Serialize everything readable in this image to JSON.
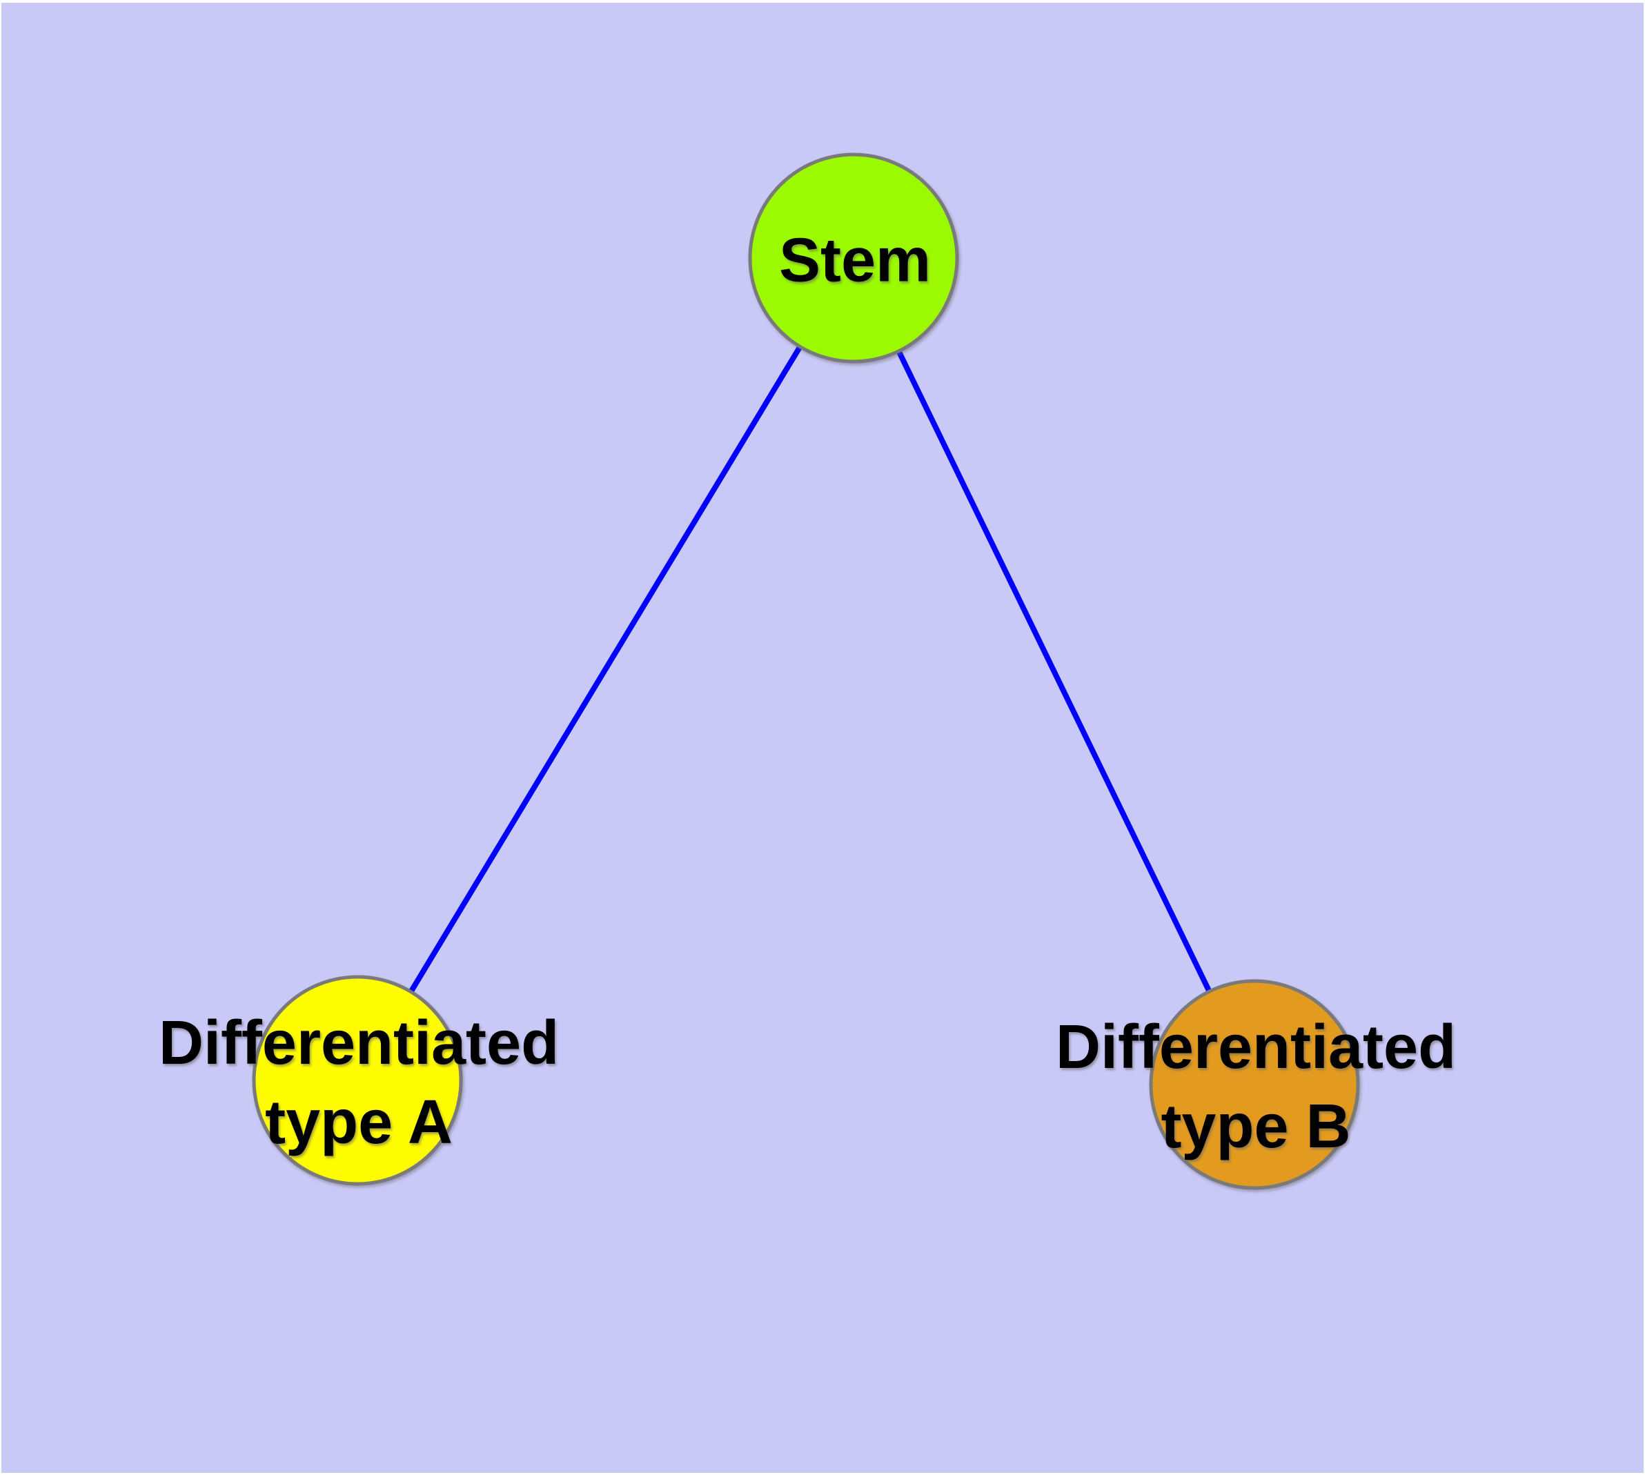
{
  "diagram": {
    "type": "graph",
    "background_color": "#c9c9f8",
    "page_border_color": "#ffffff",
    "edge_color": "#0000ff",
    "node_border_color": "#7a7a7a",
    "label_color": "#000000",
    "nodes": {
      "stem": {
        "label": "Stem",
        "color": "#9bfa00"
      },
      "type_a": {
        "line1": "Differentiated",
        "line2": "type A",
        "color": "#fffc00"
      },
      "type_b": {
        "line1": "Differentiated",
        "line2": "type B",
        "color": "#e39b1f"
      }
    },
    "edges": [
      {
        "from": "Stem",
        "to": "Differentiated type A"
      },
      {
        "from": "Stem",
        "to": "Differentiated type B"
      }
    ]
  }
}
